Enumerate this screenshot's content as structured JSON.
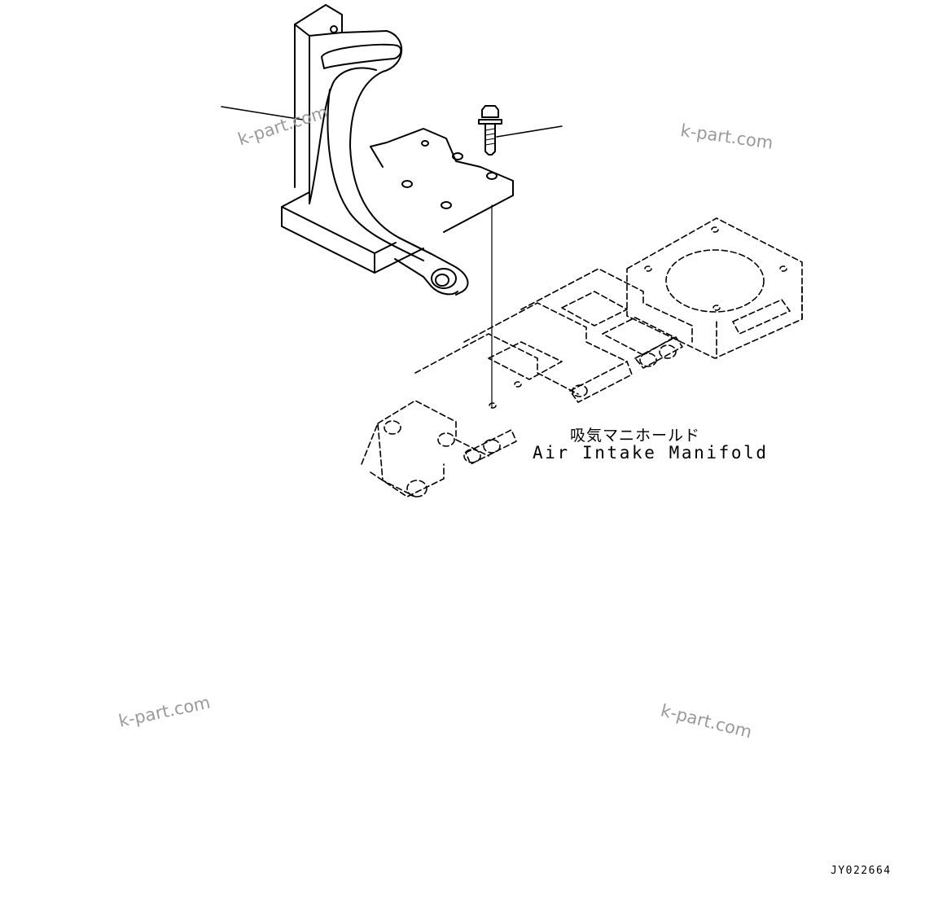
{
  "labels": {
    "manifold_jp": "吸気マニホールド",
    "manifold_en": "Air Intake Manifold",
    "drawing_code": "JY022664"
  },
  "watermarks": [
    "k-part.com",
    "k-part.com",
    "k-part.com",
    "k-part.com"
  ],
  "colors": {
    "line": "#000000",
    "background": "#ffffff",
    "watermark": "#9a9a9a"
  }
}
